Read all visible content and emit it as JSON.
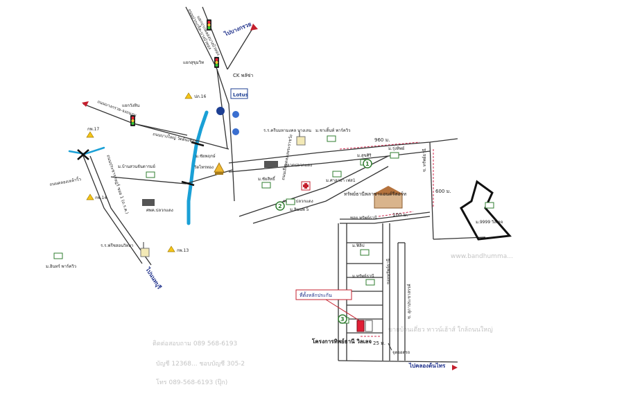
{
  "faint_background_text": [
    "ขายบ้านเดี่ยว ทาวน์เฮ้าส์ ใกล้ถนนใหญ่",
    "ติดต่อสอบถาม 089 568-6193",
    "บัญชี 12368...  ชอบบัญชี 305-2",
    "โทร 089-568-6193 (ปุ๊ก)",
    "www.bandhumma..."
  ],
  "routes": {
    "north": "ไปบางกรวย",
    "south_west": "ไปนนทบุรี",
    "south_east": "ไปคลองต้นไทร"
  },
  "roads": {
    "north_road": "ถนนปากเกร็ด-บางบัวทอง",
    "west_road": "ถนนบางกรวย-จงถนอม",
    "diag_road": "ถนนประชาราษฎร์ ซอย 1 (ถ.ร.ค.)",
    "middle_road": "ถนนบางใหญ่ วัดต้นเชือก",
    "lower_road": "ถนนคลองเหล้าวิ้ว",
    "east_road": "ถนนเลียบคลองพระราชวัง",
    "soi_main": "ซอย ทรัพย์ธานี",
    "soi_vertical": "ซอยทรัพย์ธานี",
    "soi_right": "ซ. ทรัพย์ธานี",
    "soi_far_right": "ซ. สุภาประชาสรรค์"
  },
  "places": {
    "lights_north": "แยกสุขุมวิท",
    "lights_top": "แยกปากคลองบางบัวทอง",
    "lights_west": "แยกวังหิน",
    "ck": "CK พลัซ่า",
    "lotus": "Lotus",
    "school_monk": "ร.ร.ครีบมหามงคล บางเลน",
    "school_left": "ร.ร.เทศบาลบางเลน",
    "school_bottom": "ร.ร.ฟรีชสอนวิทยา",
    "police": "ปภ.16",
    "police2": "กพ.17",
    "police3": "กพ.14",
    "police4": "กพ.13",
    "office": "ศพค.ปลวกแดง",
    "temple": "วัดไทรทอง",
    "health": "รพ.สต.ปลวกแดง",
    "village_1": "ม.บ้านสวนจันดารมย์",
    "village_2": "ม.ชัยพฤกษ์",
    "village_3": "ม.ชัยสิทธิ์",
    "village_4": "ม.ชาเติ้นท์ พาร์ควิว",
    "village_5": "ม.สุขศิริ",
    "village_6": "ม.รุ่งทิพย์",
    "village_7": "ม.ศาลายา เฟส1",
    "village_8": "ม.ทรัพย์ธานี",
    "village_9": "ม.9999 วิลเลจ",
    "village_10": "ม.อินทร์ พาร์ควิว",
    "village_11": "ม.ฟิลิป",
    "village_12": "ม.ลินนพ 5",
    "market": "ตลาดปลวกแดง",
    "landmark": "ทรัพย์ธานีพลาซ่าแอนด์รีสอร์ท",
    "project": "โครงการทิพย์ธานี วิลเลจ",
    "site_callout": "ที่ตั้งหลักประกัน",
    "entry": "จุดจอดรถ"
  },
  "distances": {
    "d960": "960 ม.",
    "d600": "600 ม.",
    "d100": "100 ม.",
    "d25": "25 ม."
  },
  "markers": {
    "m1": "1",
    "m2": "2",
    "m3": "3"
  }
}
